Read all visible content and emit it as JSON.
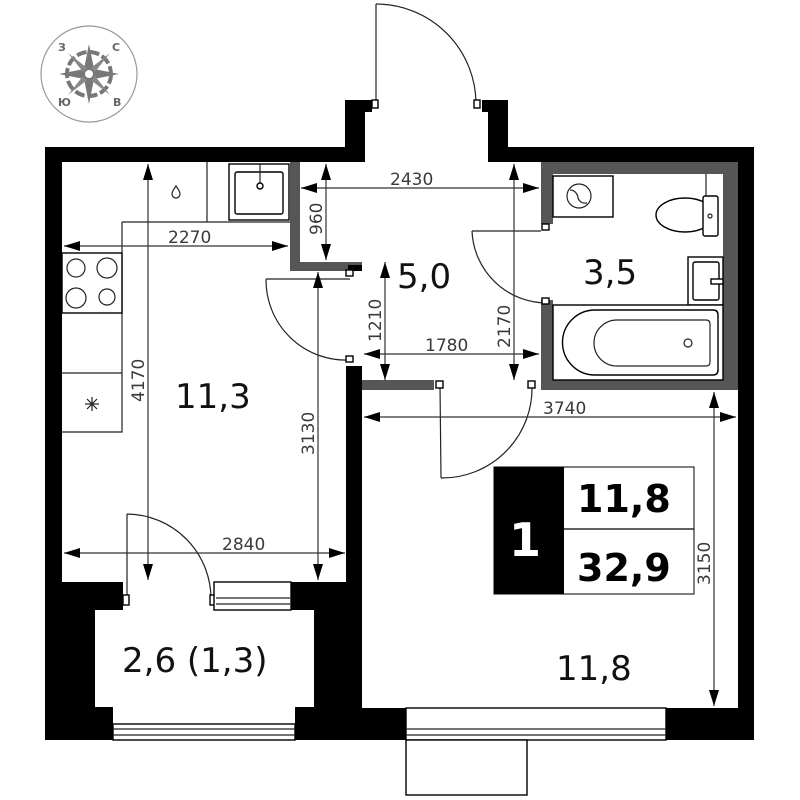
{
  "plan": {
    "compass": {
      "letters": {
        "west": "З",
        "north": "С",
        "south": "Ю",
        "east": "В"
      },
      "color": "#666666"
    },
    "rooms": {
      "kitchen_area": "11,3",
      "hall_area": "5,0",
      "bathroom_area": "3,5",
      "living_area": "11,8",
      "balcony_area": "2,6 (1,3)"
    },
    "dimensions": {
      "kitchen_width_top": "2270",
      "kitchen_length": "4170",
      "kitchen_inner": "3130",
      "kitchen_width_bottom": "2840",
      "hall_width": "2430",
      "hall_niche": "960",
      "hall_lower": "1210",
      "hall_bottom_width": "1780",
      "hall_height": "2170",
      "living_width": "3740",
      "living_depth": "3150"
    },
    "summary": {
      "rooms_count": "1",
      "living_total": "11,8",
      "total_area": "32,9"
    },
    "colors": {
      "wall": "#000000",
      "partition": "#565656",
      "dimension_text": "#3a3a3a"
    }
  }
}
